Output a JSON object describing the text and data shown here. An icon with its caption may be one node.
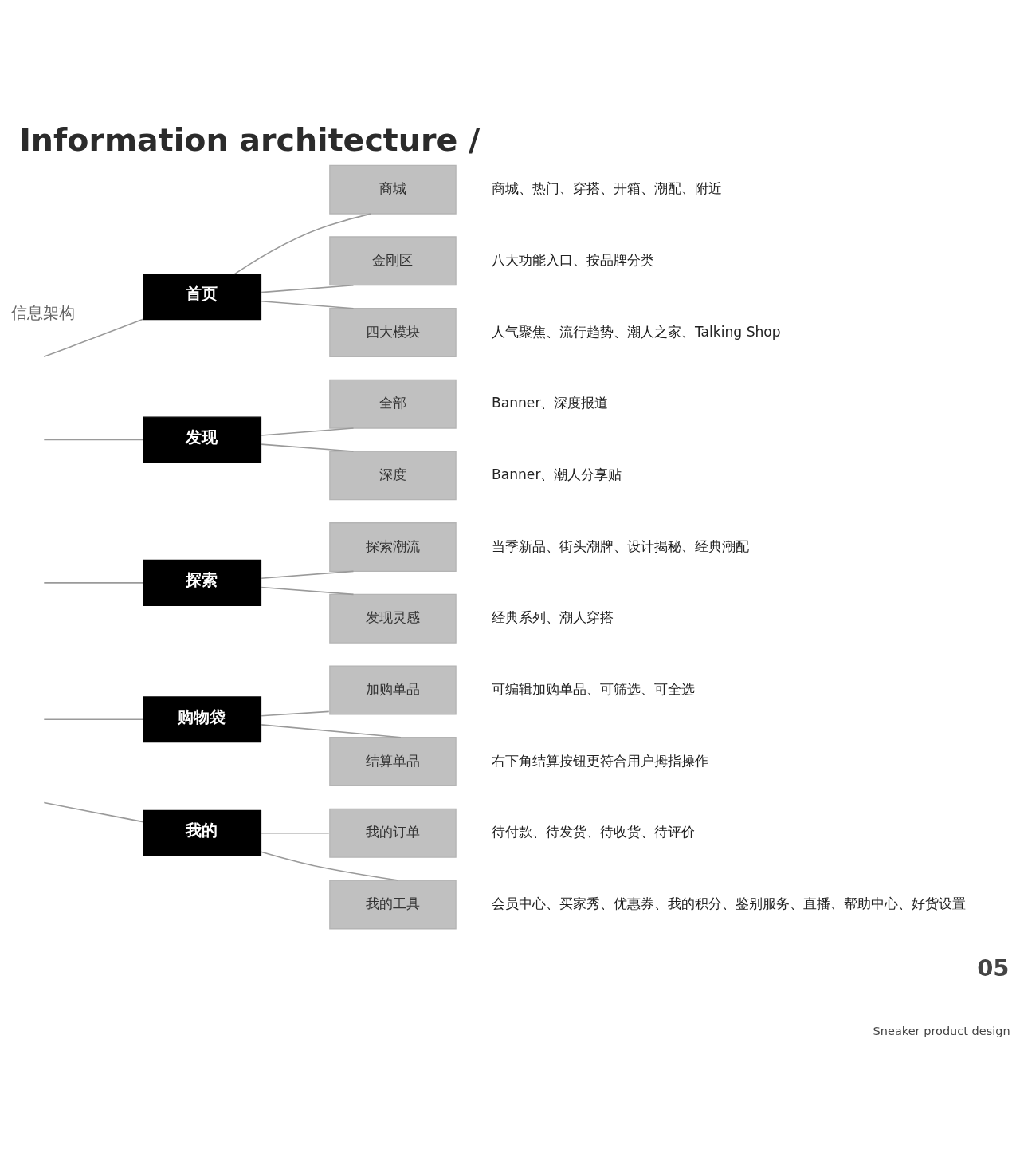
{
  "diagram": {
    "title": "Information architecture /",
    "nodes": [
      {
        "text": [
          "首页"
        ]
      },
      {
        "text": [
          "商城"
        ],
        "beside": [
          "商城、热门、穿搭、开箱、潮配、附近"
        ]
      },
      {
        "text": [
          "金刚区"
        ],
        "beside": [
          "八大功能入口、按品牌分类"
        ]
      },
      {
        "text": [
          "四大模块"
        ],
        "beside": [
          "人气聚焦、流行趋势、潮人之家、Talking Shop"
        ]
      },
      {
        "text": [
          "发现"
        ]
      },
      {
        "text": [
          "全部"
        ],
        "beside": [
          "Banner、深度报道"
        ]
      },
      {
        "text": [
          "深度"
        ],
        "beside": [
          "Banner、潮人分享贴"
        ]
      },
      {
        "text": [
          "探索"
        ]
      },
      {
        "text": [
          "探索潮流"
        ],
        "beside": [
          "当季新品、街头潮牌、设计揭秘、经典潮配"
        ]
      },
      {
        "text": [
          "发现灵感"
        ],
        "beside": [
          "经典系列、潮人穿搭"
        ]
      },
      {
        "text": [
          "购物袋"
        ]
      },
      {
        "text": [
          "加购单品"
        ],
        "beside": [
          "可编辑加购单品、可筛选、可全选"
        ]
      },
      {
        "text": [
          "结算单品"
        ],
        "beside": [
          "右下角结算按钮更符合用户拇指操作"
        ]
      },
      {
        "text": [
          "我的"
        ]
      },
      {
        "text": [
          "我的订单"
        ],
        "beside": [
          "待付款、待发货、待收货、待评价"
        ]
      },
      {
        "text": [
          "我的工具"
        ],
        "beside": [
          "会员中心、买家秀、优惠券、我的积分、鉴别服务、直播、帮助中心、好货设置"
        ]
      }
    ],
    "edges": [
      {
        "from": null,
        "to": 0,
        "arrow": "none"
      },
      {
        "from": 0,
        "to": 1,
        "arrow": "none"
      },
      {
        "from": 0,
        "to": 2,
        "arrow": "none"
      },
      {
        "from": 0,
        "to": 3,
        "arrow": "none"
      },
      {
        "from": null,
        "to": 4,
        "arrow": "none"
      },
      {
        "from": 4,
        "to": 5,
        "arrow": "none"
      },
      {
        "from": 4,
        "to": 6,
        "arrow": "none"
      },
      {
        "from": null,
        "to": 7,
        "arrow": "none"
      },
      {
        "from": 7,
        "to": 8,
        "arrow": "none"
      },
      {
        "from": 7,
        "to": 9,
        "arrow": "none"
      },
      {
        "from": null,
        "to": 10,
        "arrow": "none"
      },
      {
        "from": 10,
        "to": 11,
        "arrow": "none"
      },
      {
        "from": 10,
        "to": 12,
        "arrow": "none"
      },
      {
        "from": null,
        "to": 13,
        "arrow": "none"
      },
      {
        "from": 13,
        "to": 14,
        "arrow": "none"
      },
      {
        "from": 13,
        "to": 15,
        "arrow": "none"
      }
    ],
    "labels": [
      "信息架构",
      "05",
      "Sneaker product design"
    ]
  }
}
